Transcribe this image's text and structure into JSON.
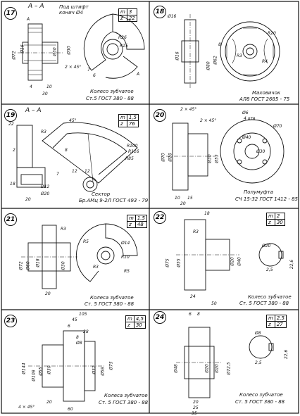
{
  "panels": [
    {
      "num": "17",
      "section": "A – A",
      "notes": [
        "Под штифт",
        "конич Ø4"
      ],
      "table": [
        [
          "m",
          "3"
        ],
        [
          "z",
          "22"
        ]
      ],
      "caption": [
        "Колесо зубчатое",
        "Ст.5 ГОСТ 380 - 88"
      ],
      "dims": [
        "Ø72",
        "Ø30",
        "Ø16",
        "Ø30",
        "R26",
        "R15",
        "2 × 45°",
        "4",
        "10",
        "30",
        "A",
        "A",
        "6",
        "7"
      ]
    },
    {
      "num": "18",
      "section": "",
      "notes": [],
      "table": [],
      "caption": [
        "Маховичок",
        "АЛ8 ГОСТ 2685 - 75"
      ],
      "dims": [
        "Ø16",
        "Ø16",
        "Ø62",
        "Ø80",
        "8",
        "R3",
        "R4",
        "R20"
      ]
    },
    {
      "num": "19",
      "section": "А – А",
      "notes": [
        "Сектор",
        "Бр.АМц 9-2Л ГОСТ 493 - 79"
      ],
      "table": [
        [
          "m",
          "1,5"
        ],
        [
          "z",
          "76"
        ]
      ],
      "caption": [],
      "dims": [
        "45°",
        "22",
        "R3",
        "R100",
        "R116",
        "R85",
        "2",
        "Ø12",
        "Ø20",
        "18",
        "20",
        "8",
        "12",
        "12",
        "7"
      ]
    },
    {
      "num": "20",
      "section": "",
      "notes": [
        "Полумуфта",
        "СЧ 15-32 ГОСТ 1412 - 85"
      ],
      "table": [],
      "caption": [],
      "dims": [
        "2 × 45°",
        "Ø6",
        "4 отв",
        "2 × 45°",
        "Ø70",
        "Ø18",
        "Ø30",
        "Ø55",
        "Ø40",
        "Ø30",
        "Ø70",
        "10",
        "15",
        "20"
      ]
    },
    {
      "num": "21",
      "section": "",
      "notes": [],
      "table": [
        [
          "m",
          "1,5"
        ],
        [
          "z",
          "48"
        ]
      ],
      "caption": [
        "Колеса зубчатое",
        "Ст. 5 ГОСТ 380 - 88"
      ],
      "dims": [
        "R3",
        "Ø14",
        "Ø72",
        "Ø60",
        "Ø18",
        "Ø30",
        "R10",
        "R5",
        "R3",
        "R5",
        "20"
      ]
    },
    {
      "num": "22",
      "section": "",
      "notes": [],
      "table": [
        [
          "m",
          "2"
        ],
        [
          "z",
          "30"
        ]
      ],
      "caption": [
        "Колесо зубчатое",
        "Ст. 5 ГОСТ 380 - 88"
      ],
      "dims": [
        "18",
        "R3",
        "Ø75",
        "Ø55",
        "Ø40",
        "Ø20",
        "Ø20",
        "22,6",
        "2,5",
        "24",
        "50"
      ]
    },
    {
      "num": "23",
      "section": "",
      "notes": [],
      "table": [
        [
          "m",
          "4,5"
        ],
        [
          "z",
          "30"
        ]
      ],
      "caption": [
        "Колеса зубчатое",
        "Ст. 5 ГОСТ 380 - 88"
      ],
      "dims": [
        "105",
        "45",
        "6",
        "28",
        "8",
        "Ø8",
        "Ø144",
        "Ø108",
        "Ø55",
        "Ø30",
        "Ø75",
        "Ø58",
        "Ø32",
        "4 × 45°",
        "20",
        "60"
      ]
    },
    {
      "num": "24",
      "section": "",
      "notes": [],
      "table": [
        [
          "m",
          "2,5"
        ],
        [
          "z",
          "27"
        ]
      ],
      "caption": [
        "Колесо зубчатое",
        "Ст. 5 ГОСТ 380 - 88"
      ],
      "dims": [
        "6",
        "8",
        "Ø72,5",
        "Ø48",
        "Ø20",
        "Ø20",
        "Ø8",
        "22,6",
        "2,5",
        "20",
        "25",
        "35"
      ]
    }
  ]
}
